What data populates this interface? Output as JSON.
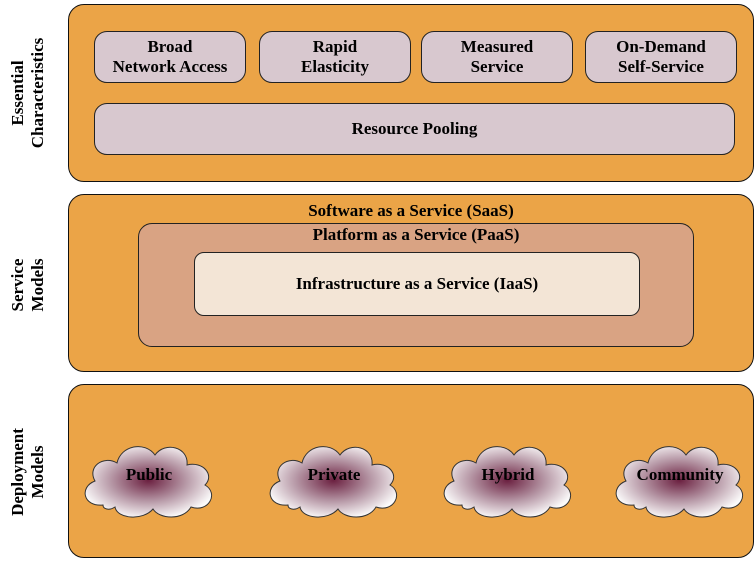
{
  "sections": {
    "essential": {
      "label_line1": "Essential",
      "label_line2": "Characteristics",
      "items": [
        {
          "line1": "Broad",
          "line2": "Network Access"
        },
        {
          "line1": "Rapid",
          "line2": "Elasticity"
        },
        {
          "line1": "Measured",
          "line2": "Service"
        },
        {
          "line1": "On-Demand",
          "line2": "Self-Service"
        }
      ],
      "pooling": "Resource Pooling"
    },
    "service": {
      "label_line1": "Service",
      "label_line2": "Models",
      "saas": "Software as a Service (SaaS)",
      "paas": "Platform as a Service (PaaS)",
      "iaas": "Infrastructure as a Service (IaaS)"
    },
    "deployment": {
      "label_line1": "Deployment",
      "label_line2": "Models",
      "clouds": [
        "Public",
        "Private",
        "Hybrid",
        "Community"
      ]
    }
  },
  "colors": {
    "band": "#eba447",
    "pill": "#d8c8cf",
    "paas": "#d9a383",
    "iaas": "#f3e5d6"
  }
}
